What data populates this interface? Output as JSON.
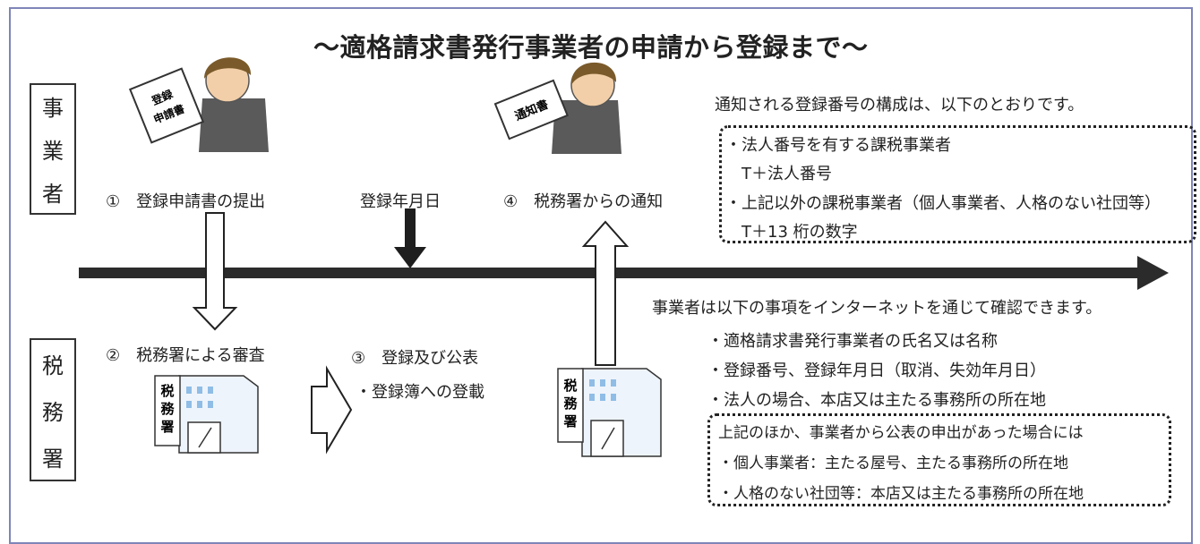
{
  "title": "〜適格請求書発行事業者の申請から登録まで〜",
  "rows": {
    "business": [
      "事",
      "業",
      "者"
    ],
    "tax_office": [
      "税",
      "務",
      "署"
    ]
  },
  "steps": {
    "s1": "①　登録申請書の提出",
    "reg_date": "登録年月日",
    "s4": "④　税務署からの通知",
    "s2": "②　税務署による審査",
    "s3": "③　登録及び公表",
    "s3_sub": "・登録簿への登載"
  },
  "docs": {
    "application": [
      "登録",
      "申請書"
    ],
    "notice": "通知書"
  },
  "building_sign": [
    "税",
    "務",
    "署"
  ],
  "number_info": {
    "heading": "通知される登録番号の構成は、以下のとおりです。",
    "lines": [
      "・法人番号を有する課税事業者",
      "　T＋法人番号",
      "・上記以外の課税事業者（個人事業者、人格のない社団等）",
      "　T＋13 桁の数字"
    ]
  },
  "internet_info": {
    "heading": "事業者は以下の事項をインターネットを通じて確認できます。",
    "items": [
      "・適格請求書発行事業者の氏名又は名称",
      "・登録番号、登録年月日（取消、失効年月日）",
      "・法人の場合、本店又は主たる事務所の所在地"
    ],
    "box_lines": [
      "上記のほか、事業者から公表の申出があった場合には",
      "・個人事業者：主たる屋号、主たる事務所の所在地",
      "・人格のない社団等：本店又は主たる事務所の所在地"
    ]
  }
}
